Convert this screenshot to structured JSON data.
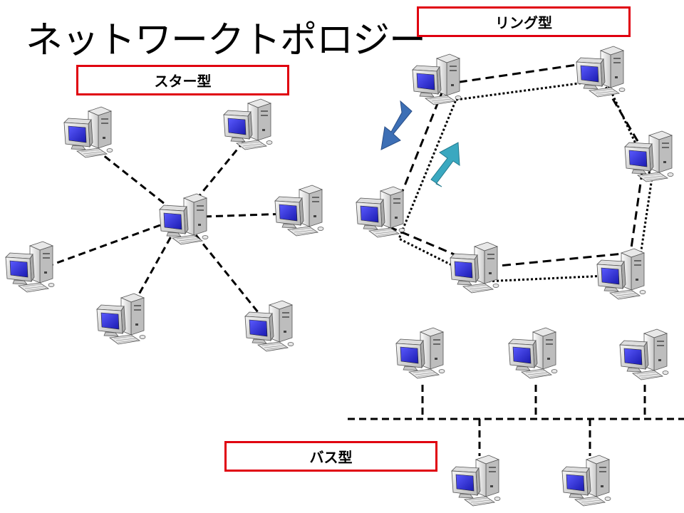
{
  "title": "ネットワークトポロジー",
  "labels": {
    "star": "スター型",
    "ring": "リング型",
    "bus": "バス型"
  },
  "colors": {
    "label_border": "#e0000f",
    "arrow_down": "#3d6fb5",
    "arrow_up": "#3aa8c0",
    "screen": "#2a2ad8"
  },
  "icons": [
    "computer-icon",
    "arrow-down-icon",
    "arrow-up-icon"
  ]
}
